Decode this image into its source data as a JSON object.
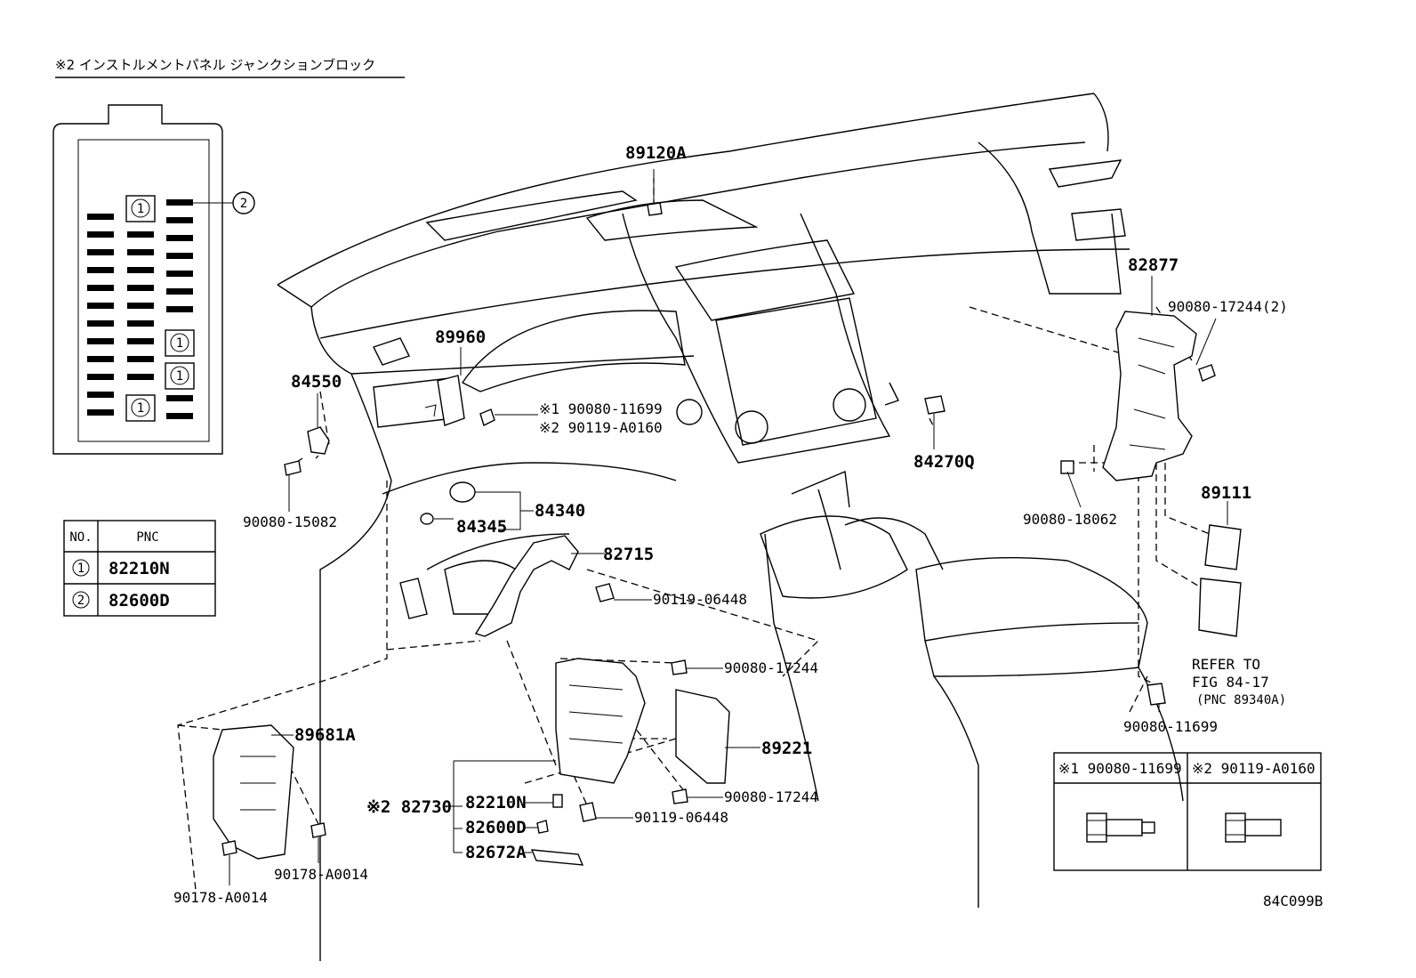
{
  "header": {
    "title": "※2 インストルメントパネル  ジャンクションブロック"
  },
  "junction_block": {
    "markers": [
      "1",
      "1",
      "1",
      "1"
    ],
    "callout": "2"
  },
  "pnc_table": {
    "headers": [
      "NO.",
      "PNC"
    ],
    "rows": [
      {
        "no": "1",
        "pnc": "82210N"
      },
      {
        "no": "2",
        "pnc": "82600D"
      }
    ]
  },
  "parts": {
    "p89120A": "89120A",
    "p82877": "82877",
    "p90080_17244_2": "90080-17244(2)",
    "p89960": "89960",
    "p84550": "84550",
    "p90080_11699_a": "※1 90080-11699",
    "p90119_A0160_a": "※2 90119-A0160",
    "p84270Q": "84270Q",
    "p90080_18062": "90080-18062",
    "p89111": "89111",
    "p90080_15082": "90080-15082",
    "p84340": "84340",
    "p84345": "84345",
    "p82715": "82715",
    "p90119_06448_a": "90119-06448",
    "refer_1": "REFER TO",
    "refer_2": "FIG 84-17",
    "refer_3": "(PNC 89340A)",
    "p90080_17244_a": "90080-17244",
    "p90080_11699_b": "90080-11699",
    "p89681A": "89681A",
    "p89221": "89221",
    "p82730": "※2 82730",
    "p82210N": "82210N",
    "p82600D": "82600D",
    "p82672A": "82672A",
    "p90080_17244_b": "90080-17244",
    "p90119_06448_b": "90119-06448",
    "p90178_A0014_a": "90178-A0014",
    "p90178_A0014_b": "90178-A0014"
  },
  "bolt_table": {
    "col1": "※1 90080-11699",
    "col2": "※2 90119-A0160"
  },
  "figure_code": "84C099B"
}
